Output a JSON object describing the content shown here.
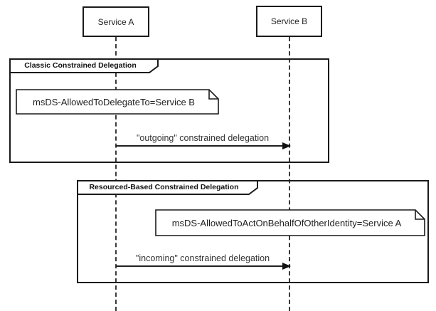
{
  "colors": {
    "line": "#1a1a1a",
    "background": "#ffffff",
    "message_text": "#333333"
  },
  "actors": [
    {
      "label": "Service A"
    },
    {
      "label": "Service B"
    }
  ],
  "frames": [
    {
      "title": "Classic Constrained Delegation",
      "note": "msDS-AllowedToDelegateTo=Service B",
      "message": "\"outgoing\" constrained delegation"
    },
    {
      "title": "Resourced-Based Constrained Delegation",
      "note": "msDS-AllowedToActOnBehalfOfOtherIdentity=Service A",
      "message": "\"incoming\" constrained delegation"
    }
  ]
}
